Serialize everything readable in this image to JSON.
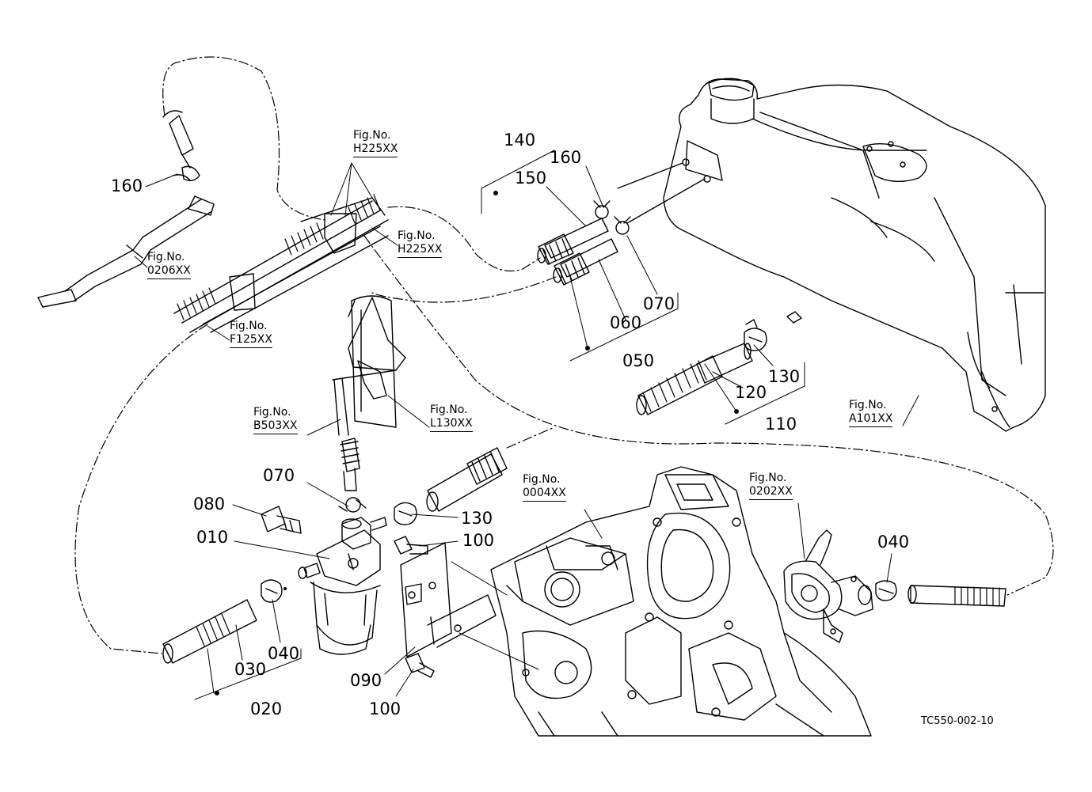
{
  "diagram_code": "TC550-002-10",
  "colors": {
    "line": "#000000",
    "background": "#ffffff"
  },
  "figure_refs": [
    {
      "id": "h225-top",
      "prefix": "Fig.No.",
      "ref": "H225XX"
    },
    {
      "id": "h225-mid",
      "prefix": "Fig.No.",
      "ref": "H225XX"
    },
    {
      "id": "0206",
      "prefix": "Fig.No.",
      "ref": "0206XX"
    },
    {
      "id": "f125",
      "prefix": "Fig.No.",
      "ref": "F125XX"
    },
    {
      "id": "b503",
      "prefix": "Fig.No.",
      "ref": "B503XX"
    },
    {
      "id": "l130",
      "prefix": "Fig.No.",
      "ref": "L130XX"
    },
    {
      "id": "a101",
      "prefix": "Fig.No.",
      "ref": "A101XX"
    },
    {
      "id": "0004",
      "prefix": "Fig.No.",
      "ref": "0004XX"
    },
    {
      "id": "0202",
      "prefix": "Fig.No.",
      "ref": "0202XX"
    }
  ],
  "part_numbers": [
    {
      "id": "p160a",
      "text": "160"
    },
    {
      "id": "p140",
      "text": "140"
    },
    {
      "id": "p160b",
      "text": "160"
    },
    {
      "id": "p150",
      "text": "150"
    },
    {
      "id": "p070a",
      "text": "070"
    },
    {
      "id": "p060",
      "text": "060"
    },
    {
      "id": "p050",
      "text": "050"
    },
    {
      "id": "p130a",
      "text": "130"
    },
    {
      "id": "p120",
      "text": "120"
    },
    {
      "id": "p110",
      "text": "110"
    },
    {
      "id": "p070b",
      "text": "070"
    },
    {
      "id": "p080",
      "text": "080"
    },
    {
      "id": "p010",
      "text": "010"
    },
    {
      "id": "p130b",
      "text": "130"
    },
    {
      "id": "p100a",
      "text": "100"
    },
    {
      "id": "p040a",
      "text": "040"
    },
    {
      "id": "p030",
      "text": "030"
    },
    {
      "id": "p020",
      "text": "020"
    },
    {
      "id": "p090",
      "text": "090"
    },
    {
      "id": "p100b",
      "text": "100"
    },
    {
      "id": "p040b",
      "text": "040"
    }
  ]
}
